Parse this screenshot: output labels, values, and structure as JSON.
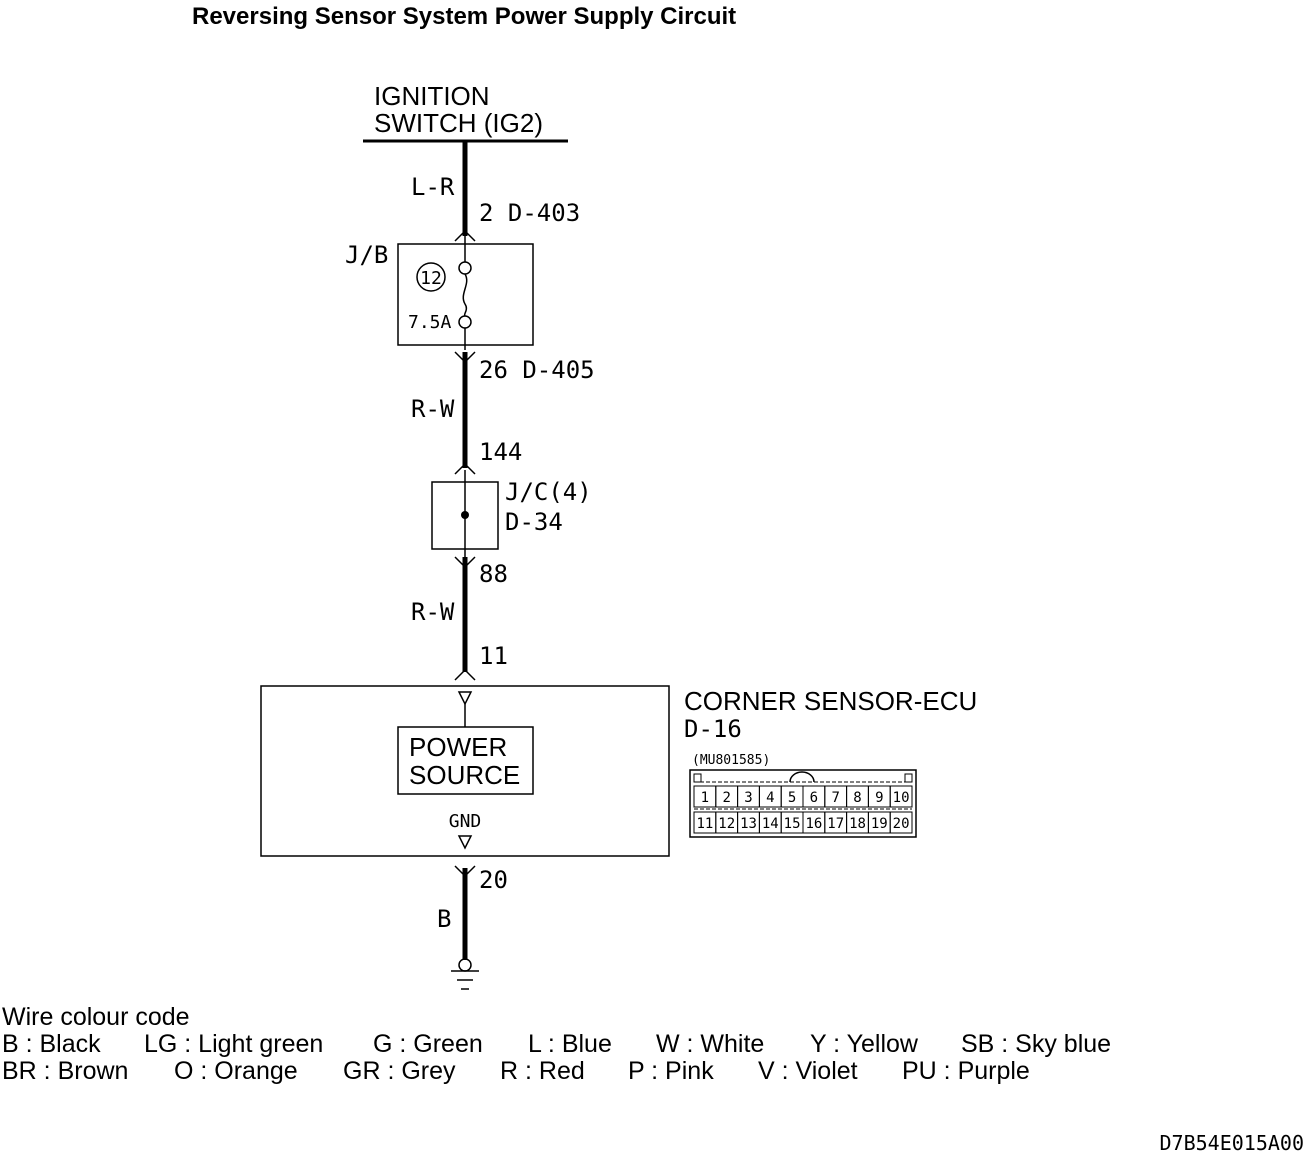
{
  "title": "Reversing Sensor System Power Supply Circuit",
  "ignition": {
    "line1": "IGNITION",
    "line2": "SWITCH (IG2)"
  },
  "wires": {
    "w1_color": "L-R",
    "w2_color": "R-W",
    "w3_color": "R-W",
    "w4_color": "B"
  },
  "connectors": {
    "jb_in": "2 D-403",
    "jb_out": "26 D-405",
    "jc_in": "144",
    "jc_out": "88",
    "ecu_in": "11",
    "ecu_gnd": "20"
  },
  "junction_block": {
    "label": "J/B",
    "fuse_number": "12",
    "fuse_rating": "7.5A"
  },
  "joint_connector": {
    "label": "J/C(4)",
    "code": "D-34"
  },
  "ecu": {
    "name": "CORNER SENSOR-ECU",
    "code": "D-16",
    "part_number": "(MU801585)",
    "inner_line1": "POWER",
    "inner_line2": "SOURCE",
    "gnd_label": "GND",
    "pins_row1": [
      "1",
      "2",
      "3",
      "4",
      "5",
      "6",
      "7",
      "8",
      "9",
      "10"
    ],
    "pins_row2": [
      "11",
      "12",
      "13",
      "14",
      "15",
      "16",
      "17",
      "18",
      "19",
      "20"
    ]
  },
  "wire_code": {
    "heading": "Wire colour code",
    "row1": [
      "B : Black",
      "LG : Light green",
      "G : Green",
      "L : Blue",
      "W : White",
      "Y : Yellow",
      "SB : Sky blue"
    ],
    "row2": [
      "BR : Brown",
      "O : Orange",
      "GR : Grey",
      "R : Red",
      "P : Pink",
      "V : Violet",
      "PU : Purple"
    ]
  },
  "figure_ref": "D7B54E015A00"
}
